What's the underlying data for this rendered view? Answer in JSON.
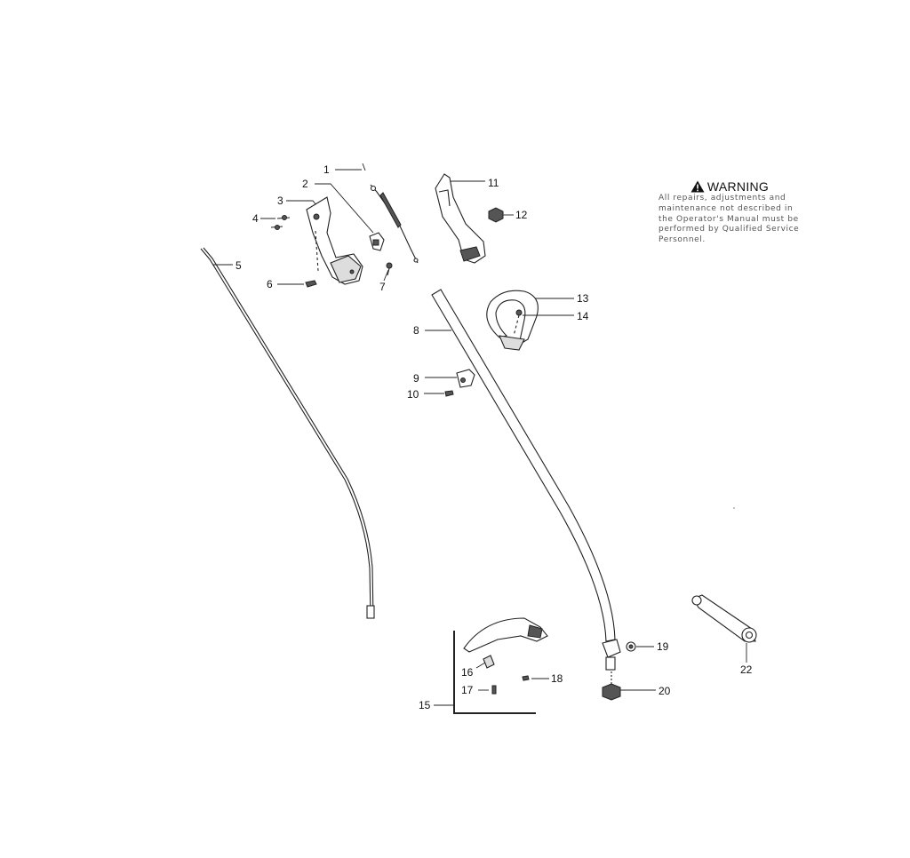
{
  "warning": {
    "title": "WARNING",
    "icon": "warning-triangle-icon",
    "lines": [
      "All repairs, adjustments and",
      "maintenance not described in",
      "the Operator's Manual must be",
      "performed by Qualified Service",
      "Personnel."
    ]
  },
  "callouts": {
    "c1": "1",
    "c2": "2",
    "c3": "3",
    "c4": "4",
    "c5": "5",
    "c6": "6",
    "c7": "7",
    "c8": "8",
    "c9": "9",
    "c10": "10",
    "c11": "11",
    "c12": "12",
    "c13": "13",
    "c14": "14",
    "c15": "15",
    "c16": "16",
    "c17": "17",
    "c18": "18",
    "c19": "19",
    "c20": "20",
    "c22": "22"
  }
}
